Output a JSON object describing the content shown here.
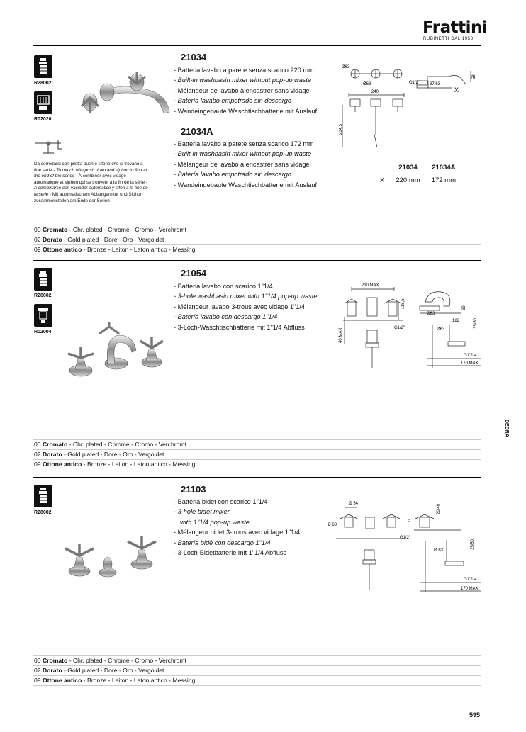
{
  "brand": {
    "name": "Frattini",
    "tagline": "RUBINETTI DAL 1958"
  },
  "sections": [
    {
      "icons": [
        {
          "code": "R28002"
        },
        {
          "code": "R02020"
        }
      ],
      "products": [
        {
          "code": "21034",
          "lines": [
            {
              "text": "Batteria lavabo a parete senza scarico 220 mm",
              "italic": false
            },
            {
              "text": "Built-in washbasin mixer without pop-up waste",
              "italic": true
            },
            {
              "text": "Mélangeur de lavabo à encastrer sans vidage",
              "italic": false
            },
            {
              "text": "Batería lavabo empotrado sin descargo",
              "italic": true
            },
            {
              "text": "Wandeingebaute Waschtischbatterie mit Auslauf",
              "italic": false
            }
          ]
        },
        {
          "code": "21034A",
          "lines": [
            {
              "text": "Batteria lavabo a parete senza scarico 172 mm",
              "italic": false
            },
            {
              "text": "Built-in washbasin mixer without pop-up waste",
              "italic": true
            },
            {
              "text": "Mélangeur de lavabo à encastrer sans vidage",
              "italic": false
            },
            {
              "text": "Batería lavabo empotrado sin descargo",
              "italic": true
            },
            {
              "text": "Wandeingebaute Waschtischbatterie mit Auslauf",
              "italic": false
            }
          ]
        }
      ],
      "note": {
        "it": "Da corredarsi con piletta push e sifone che si trovano a fine serie",
        "en": "To match with push drain and siphon to find at the end of the series",
        "fr": "À combiner avec vidage automatique et siphon qui se trouvent à la fin de la série",
        "es": "A combinarse con vaciador automático y sifón a la fine de la serie",
        "de": "Mit automatischem Ablaufgarnitur und Siphon zusammenstellen am Ende der Serien"
      },
      "dim_table": {
        "headers": [
          "",
          "21034",
          "21034A"
        ],
        "row": [
          "X",
          "220 mm",
          "172 mm"
        ]
      },
      "drawing_labels": [
        "Ø63",
        "Ø63",
        "240",
        "G1/2\"",
        "37/63",
        "X",
        "58",
        "234,5"
      ]
    },
    {
      "icons": [
        {
          "code": "R28002"
        },
        {
          "code": "R02004"
        }
      ],
      "products": [
        {
          "code": "21054",
          "lines": [
            {
              "text": "Batteria lavabo con scarico 1\"1/4",
              "italic": false
            },
            {
              "text": "3-hole washbasin mixer with 1\"1/4 pop-up waste",
              "italic": true
            },
            {
              "text": "Mélangeur lavabo 3-trous avec vidage 1\"1/4",
              "italic": false
            },
            {
              "text": "Batería lavabo con descargo 1\"1/4",
              "italic": true
            },
            {
              "text": "3-Loch-Waschtischbatterie mit 1\"1/4 Abfluss",
              "italic": false
            }
          ]
        }
      ],
      "drawing_labels": [
        "210 MAX",
        "115,5",
        "40 MAX",
        "G1/2\"",
        "Ø63",
        "122",
        "69",
        "35/50",
        "Ø63",
        "G1\"1/4",
        "170 MAX"
      ]
    },
    {
      "icons": [
        {
          "code": "R28002"
        }
      ],
      "products": [
        {
          "code": "21103",
          "lines": [
            {
              "text": "Batteria bidet con scarico 1\"1/4",
              "italic": false
            },
            {
              "text": "3-hole bidet mixer",
              "italic": true
            },
            {
              "text": "with 1\"1/4 pop-up waste",
              "italic": true,
              "continuation": true
            },
            {
              "text": "Mélangeur bidet 3-trous avec vidage 1\"1/4",
              "italic": false
            },
            {
              "text": "Batería bidé con descargo 1\"1/4",
              "italic": true
            },
            {
              "text": "3-Loch-Bidetbatterie mit 1\"1/4 Abfluss",
              "italic": false
            }
          ]
        }
      ],
      "drawing_labels": [
        "Ø 54",
        "Ø 63",
        "74",
        "20/40",
        "G1/2\"",
        "Ø 63",
        "35/50",
        "G1\"1/4",
        "170 MAX"
      ]
    }
  ],
  "finishes": [
    {
      "code": "00",
      "name": "Cromato",
      "rest": " - Chr. plated - Chromé - Cromo - Verchromt"
    },
    {
      "code": "02",
      "name": "Dorato",
      "rest": " - Gold plated - Doré - Oro - Vergoldet"
    },
    {
      "code": "09",
      "name": "Ottone antico",
      "rest": " - Bronze - Laiton - Laton antico - Messing"
    }
  ],
  "side_tab": "DEDRA",
  "page_number": "595"
}
